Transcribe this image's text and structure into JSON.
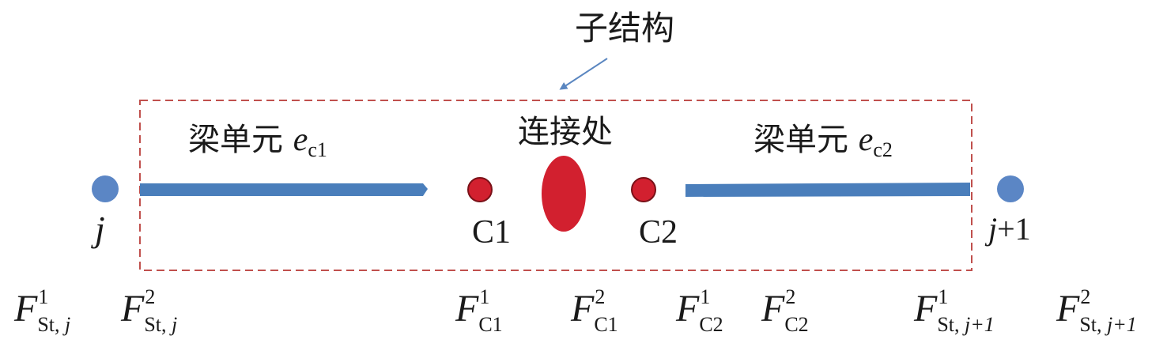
{
  "title": "子结构",
  "labels": {
    "beam_left_text": "梁单元 ",
    "beam_left_sym": "e",
    "beam_left_sub": "c1",
    "beam_right_text": "梁单元 ",
    "beam_right_sym": "e",
    "beam_right_sub": "c2",
    "joint": "连接处",
    "node_j": "j",
    "node_j1_var": "j",
    "node_j1_rest": "+1",
    "c1": "C1",
    "c2": "C2"
  },
  "forces": [
    {
      "sym": "F",
      "sup": "1",
      "sub_text": "St, ",
      "sub_var": "j"
    },
    {
      "sym": "F",
      "sup": "2",
      "sub_text": "St, ",
      "sub_var": "j"
    },
    {
      "sym": "F",
      "sup": "1",
      "sub_text": "C1",
      "sub_var": ""
    },
    {
      "sym": "F",
      "sup": "2",
      "sub_text": "C1",
      "sub_var": ""
    },
    {
      "sym": "F",
      "sup": "1",
      "sub_text": "C2",
      "sub_var": ""
    },
    {
      "sym": "F",
      "sup": "2",
      "sub_text": "C2",
      "sub_var": ""
    },
    {
      "sym": "F",
      "sup": "1",
      "sub_text": "St, ",
      "sub_var": "j+1"
    },
    {
      "sym": "F",
      "sup": "2",
      "sub_text": "St, ",
      "sub_var": "j+1"
    }
  ],
  "colors": {
    "beam": "#4a7ebb",
    "node": "#5b86c5",
    "red": "#d2202f",
    "box": "#c0504d",
    "arrow": "#5a86c0"
  }
}
